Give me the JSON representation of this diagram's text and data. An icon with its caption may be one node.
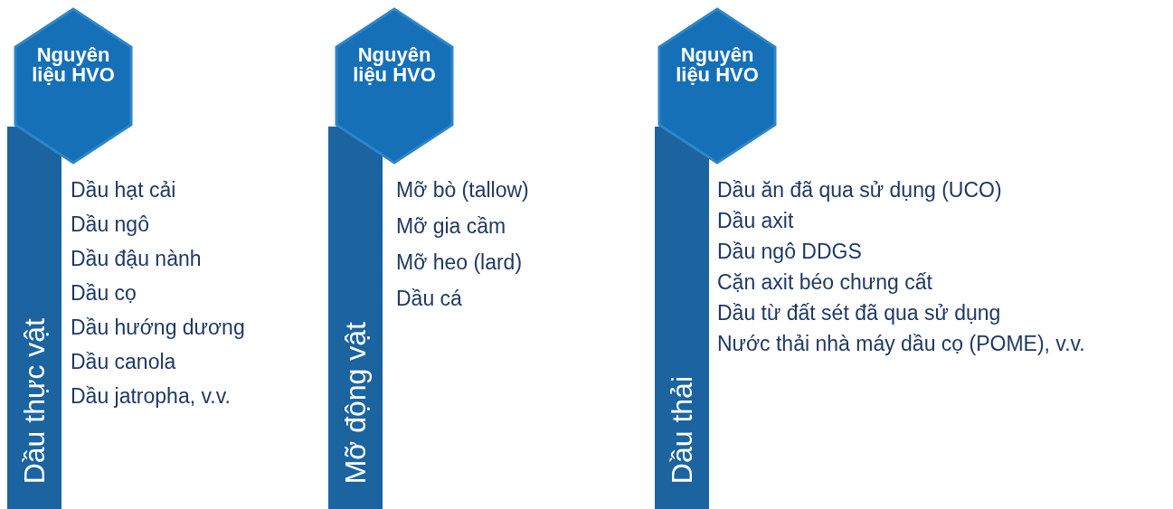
{
  "diagram": {
    "nodes": [
      {
        "text": [
          "Nguyên liệu HVO"
        ]
      },
      {
        "text": [
          "Dầu thực vật"
        ],
        "beside": [
          "Dầu hạt cải",
          "Dầu ngô",
          "Dầu đậu nành",
          "Dầu cọ",
          "Dầu hướng dương",
          "Dầu canola",
          "Dầu jatropha, v.v."
        ]
      },
      {
        "text": [
          "Nguyên liệu HVO"
        ]
      },
      {
        "text": [
          "Mỡ động vật"
        ],
        "beside": [
          "Mỡ bò (tallow)",
          "Mỡ gia cầm",
          "Mỡ heo (lard)",
          "Dầu cá"
        ]
      },
      {
        "text": [
          "Nguyên liệu HVO"
        ]
      },
      {
        "text": [
          "Dầu thải"
        ],
        "beside": [
          "Dầu ăn đã qua sử dụng (UCO)",
          "Dầu axit",
          "Dầu ngô DDGS",
          "Cặn axit béo chưng cất",
          "Dầu từ đất sét đã qua sử dụng",
          "Nước thải nhà máy dầu cọ (POME), v.v."
        ]
      }
    ]
  }
}
